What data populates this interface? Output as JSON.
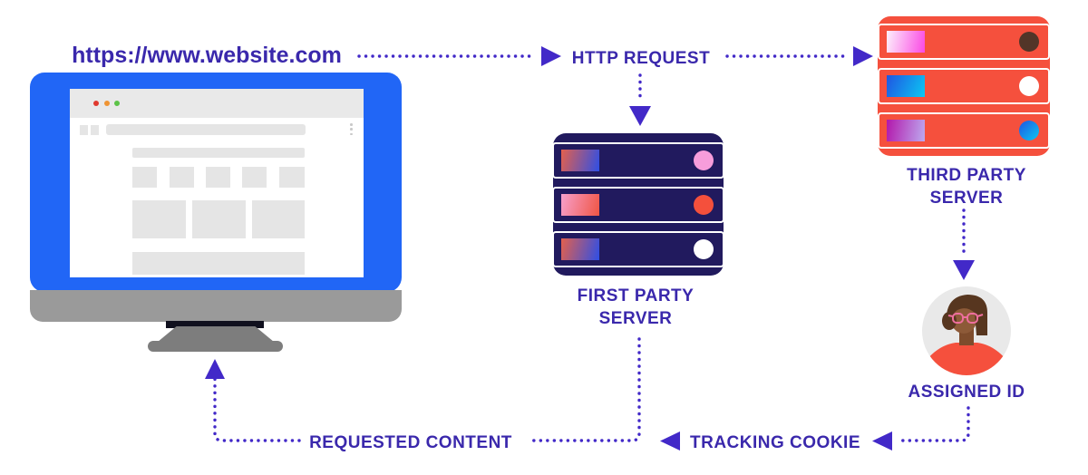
{
  "labels": {
    "website_url": "https://www.website.com",
    "http_request": "HTTP REQUEST",
    "first_party_line1": "FIRST PARTY",
    "first_party_line2": "SERVER",
    "third_party_line1": "THIRD PARTY",
    "third_party_line2": "SERVER",
    "assigned_id": "ASSIGNED ID",
    "tracking_cookie": "TRACKING COOKIE",
    "requested_content": "REQUESTED CONTENT"
  },
  "colors": {
    "label_text": "#3a28ac",
    "connector": "#4229c8",
    "monitor_blue": "#2166f6",
    "monitor_gray": "#9a9a9a",
    "stand_gray": "#7d7d7d",
    "stand_dark": "#10101e",
    "chrome_gray": "#e9e9e9",
    "wireframe_gray": "#e5e5e5",
    "window_dot_red": "#e0392e",
    "window_dot_orange": "#ef9433",
    "window_dot_green": "#5cc348",
    "navy": "#211a5e",
    "red": "#f5503d",
    "fp_grad_a": "#e4604c",
    "fp_grad_b": "#2e4fe6",
    "fp_grad_pink": "#f7a0cc",
    "fp_grad_red": "#f05544",
    "fp_led1": "#f79ddb",
    "fp_led2": "#f4503c",
    "tp_grad_white": "#fcf0fb",
    "tp_grad_magenta": "#fb49e4",
    "tp_grad_blue": "#2055e2",
    "tp_grad_cyan": "#0bc8f3",
    "tp_grad_purple": "#b317ab",
    "tp_grad_lavender": "#bdaaef",
    "tp_led1": "#523528",
    "avatar_bg": "#e9e9e9",
    "avatar_skin": "#8d5a38",
    "avatar_neck": "#7e4c2c",
    "avatar_hair": "#57361f",
    "avatar_glasses": "#ee6f9e",
    "avatar_shirt": "#f5503d"
  }
}
